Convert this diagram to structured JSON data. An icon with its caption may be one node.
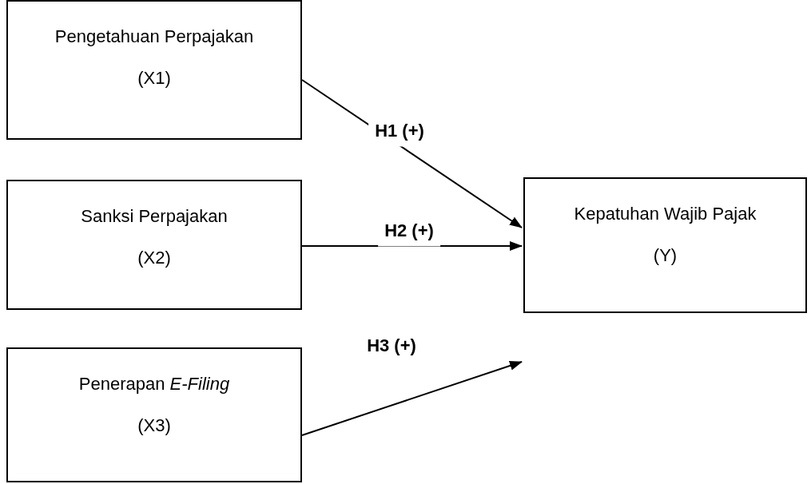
{
  "diagram": {
    "nodes": [
      {
        "text": [
          "Pengetahuan Perpajakan",
          "(X1)"
        ]
      },
      {
        "text": [
          "Sanksi Perpajakan",
          "(X2)"
        ]
      },
      {
        "text": [
          "Penerapan *E-Filing*",
          "(X3)"
        ]
      },
      {
        "text": [
          "Kepatuhan Wajib Pajak",
          "(Y)"
        ]
      }
    ],
    "edges": [
      {
        "from": 0,
        "to": 3,
        "arrow": "to",
        "label": "H1 (+)"
      },
      {
        "from": 1,
        "to": 3,
        "arrow": "to",
        "label": "H2 (+)"
      },
      {
        "from": 2,
        "to": 3,
        "arrow": "to",
        "label": "H3 (+)"
      }
    ]
  }
}
